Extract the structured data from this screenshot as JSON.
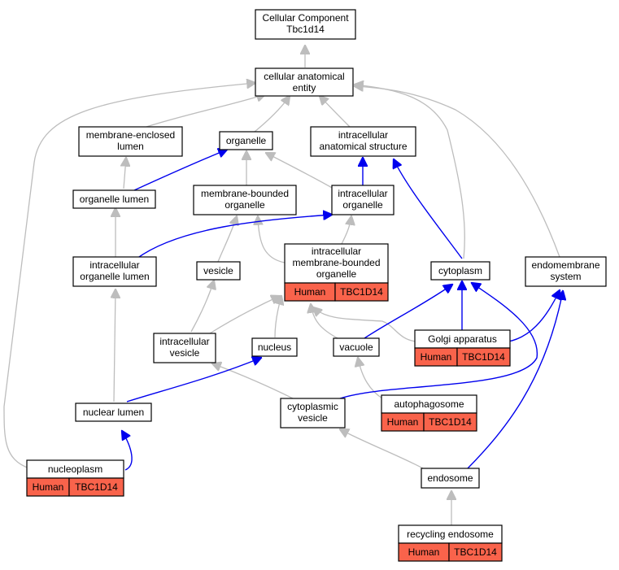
{
  "colors": {
    "is_a_edge": "#bdbdbd",
    "part_of_edge": "#0000ee",
    "annotation_fill": "#f9634b",
    "node_fill": "#ffffff"
  },
  "root": {
    "label": [
      "Cellular Component",
      "Tbc1d14"
    ]
  },
  "terms": {
    "cellular_anatomical_entity": [
      "cellular anatomical",
      "entity"
    ],
    "membrane_enclosed_lumen": [
      "membrane-enclosed",
      "lumen"
    ],
    "organelle": [
      "organelle"
    ],
    "intracellular_anatomical_structure": [
      "intracellular",
      "anatomical structure"
    ],
    "organelle_lumen": [
      "organelle lumen"
    ],
    "membrane_bounded_organelle": [
      "membrane-bounded",
      "organelle"
    ],
    "intracellular_organelle": [
      "intracellular",
      "organelle"
    ],
    "intracellular_membrane_bounded_organelle": [
      "intracellular",
      "membrane-bounded",
      "organelle"
    ],
    "intracellular_organelle_lumen": [
      "intracellular",
      "organelle lumen"
    ],
    "vesicle": [
      "vesicle"
    ],
    "cytoplasm": [
      "cytoplasm"
    ],
    "endomembrane_system": [
      "endomembrane",
      "system"
    ],
    "intracellular_vesicle": [
      "intracellular",
      "vesicle"
    ],
    "nucleus": [
      "nucleus"
    ],
    "vacuole": [
      "vacuole"
    ],
    "golgi_apparatus": [
      "Golgi apparatus"
    ],
    "nuclear_lumen": [
      "nuclear lumen"
    ],
    "cytoplasmic_vesicle": [
      "cytoplasmic",
      "vesicle"
    ],
    "autophagosome": [
      "autophagosome"
    ],
    "nucleoplasm": [
      "nucleoplasm"
    ],
    "endosome": [
      "endosome"
    ],
    "recycling_endosome": [
      "recycling endosome"
    ]
  },
  "annotation": {
    "species": "Human",
    "gene": "TBC1D14"
  }
}
